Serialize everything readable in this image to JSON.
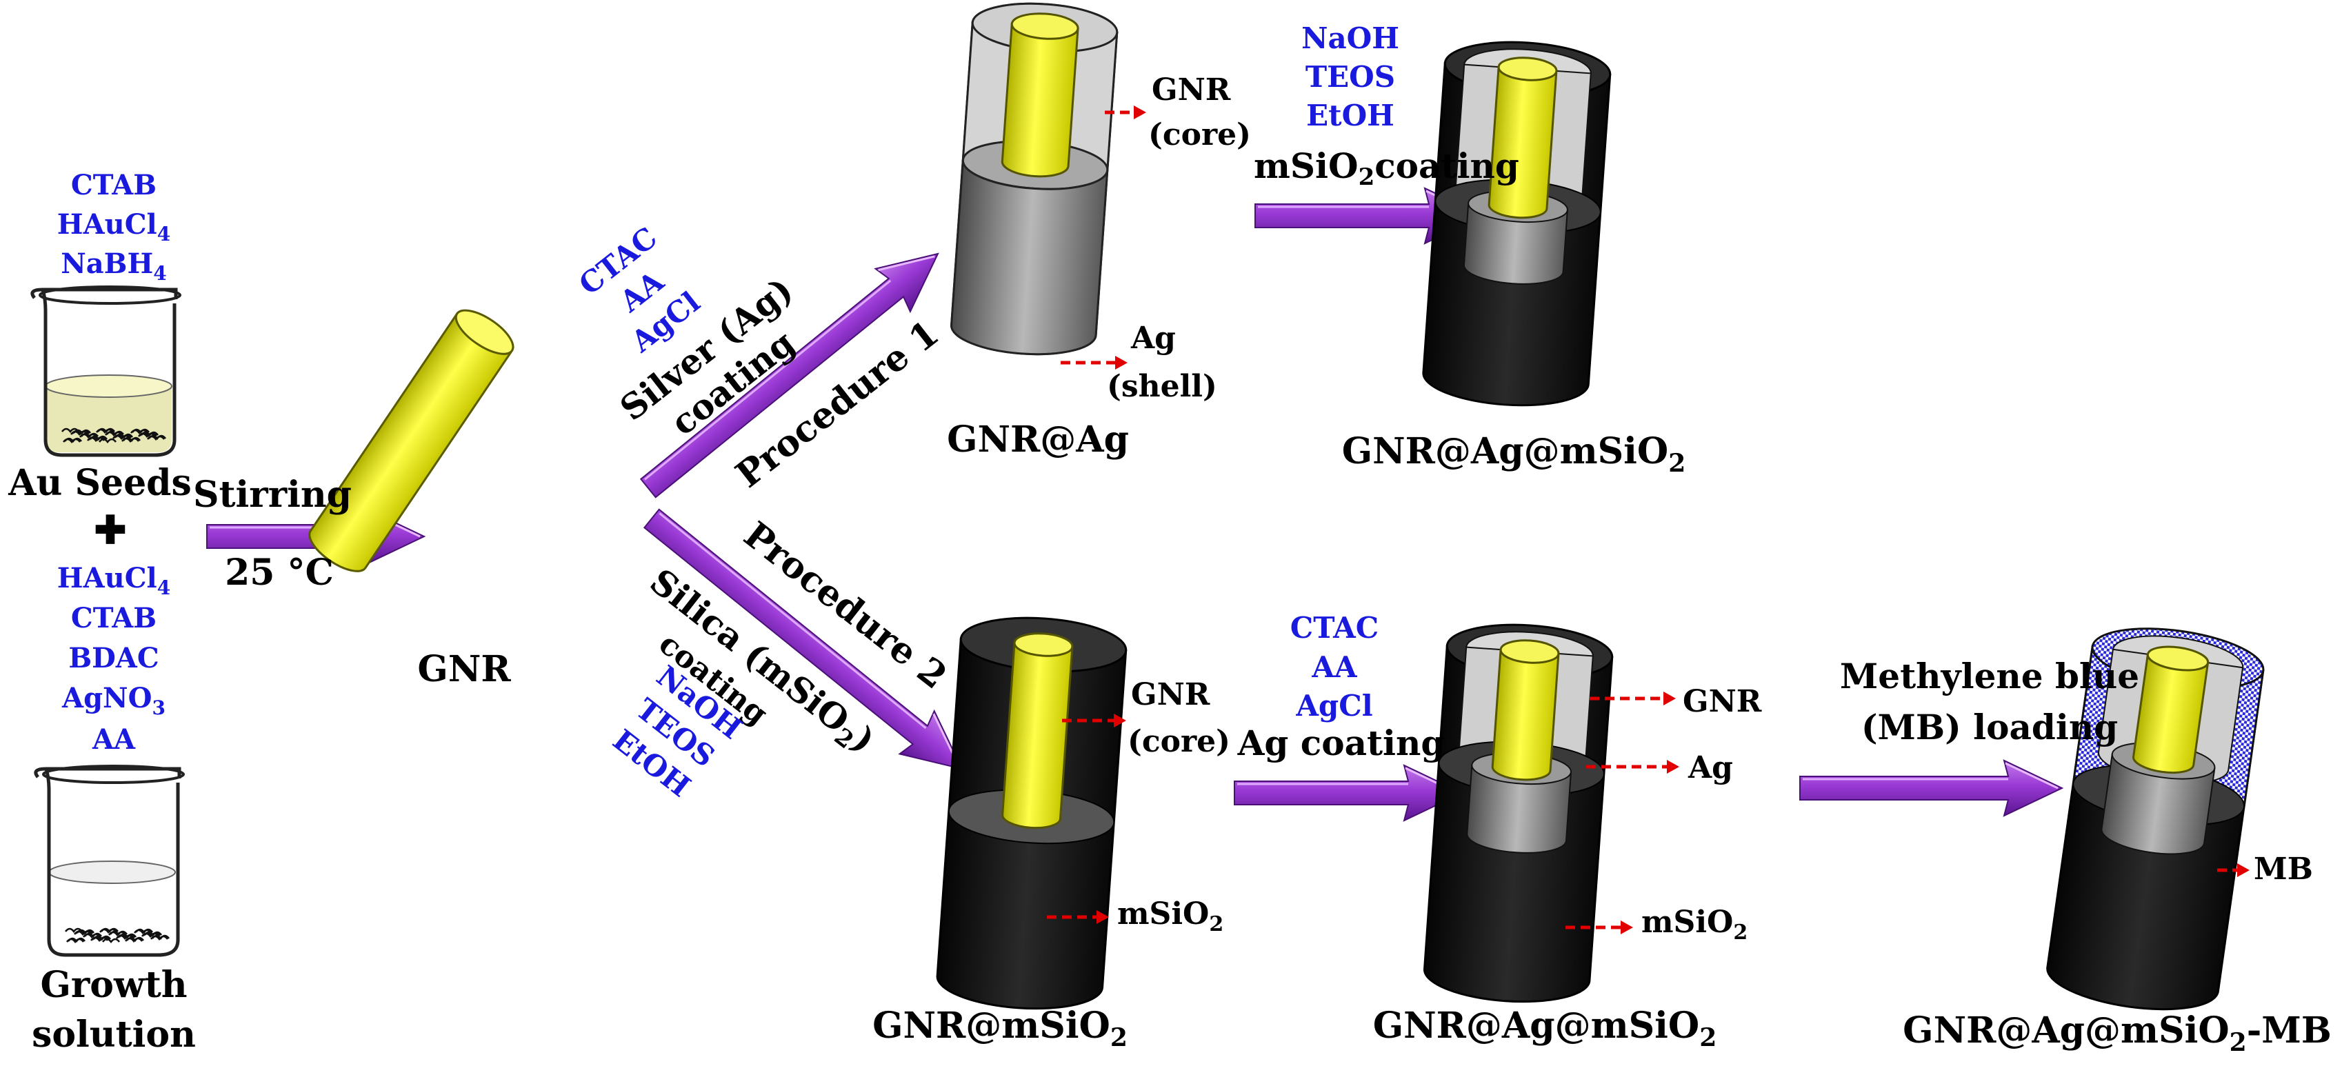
{
  "colors": {
    "reagent_text": "#1a1adf",
    "label_text": "#000000",
    "arrow_purple": "#8a28c8",
    "gold_rod": "#e8e800",
    "silver_shell": "#8c8c8c",
    "silica_shell": "#151515",
    "pointer_red": "#e00000",
    "mb_pattern": "#2a2ad8"
  },
  "seed_reagents": [
    "CTAB",
    "HAuCl",
    "NaBH"
  ],
  "seed_reagent_subscripts": [
    "",
    "4",
    "4"
  ],
  "seed_label": "Au Seeds",
  "plus_symbol": "✚",
  "growth_reagents": [
    "HAuCl",
    "CTAB",
    "BDAC",
    "AgNO",
    "AA"
  ],
  "growth_reagent_subscripts": [
    "4",
    "",
    "",
    "3",
    ""
  ],
  "growth_label_line1": "Growth",
  "growth_label_line2": "solution",
  "step1": {
    "line1": "Stirring",
    "line2": "25 °C"
  },
  "gnr_label": "GNR",
  "procedure1": {
    "name": "Procedure 1",
    "process_line1": "Silver (Ag)",
    "process_line2": "coating",
    "reagents": [
      "CTAC",
      "AA",
      "AgCl"
    ]
  },
  "procedure2": {
    "name": "Procedure 2",
    "process_line1": "Silica (mSiO",
    "process_line1_sub": "2",
    "process_line1_end": ")",
    "process_line2": "coating",
    "reagents": [
      "NaOH",
      "TEOS",
      "EtOH"
    ]
  },
  "gnr_ag": {
    "core_line1": "GNR",
    "core_line2": "(core)",
    "shell_line1": "Ag",
    "shell_line2": "(shell)",
    "label": "GNR@Ag"
  },
  "msio2_step": {
    "reagents": [
      "NaOH",
      "TEOS",
      "EtOH"
    ],
    "label_main": "mSiO",
    "label_sub": "2",
    "label_end": "coating"
  },
  "gnr_ag_msio2_top": {
    "label_main": "GNR@Ag@mSiO",
    "label_sub": "2"
  },
  "gnr_msio2": {
    "core_line1": "GNR",
    "core_line2": "(core)",
    "shell_main": "mSiO",
    "shell_sub": "2",
    "label_main": "GNR@mSiO",
    "label_sub": "2"
  },
  "ag_step": {
    "reagents": [
      "CTAC",
      "AA",
      "AgCl"
    ],
    "label": "Ag coating"
  },
  "gnr_ag_msio2_bottom": {
    "pointer_gnr": "GNR",
    "pointer_ag": "Ag",
    "pointer_si_main": "mSiO",
    "pointer_si_sub": "2",
    "label_main": "GNR@Ag@mSiO",
    "label_sub": "2"
  },
  "mb_step": {
    "line1": "Methylene blue",
    "line2": "(MB) loading"
  },
  "final": {
    "pointer_mb": "MB",
    "label_main": "GNR@Ag@mSiO",
    "label_sub": "2",
    "label_end": "-MB"
  }
}
